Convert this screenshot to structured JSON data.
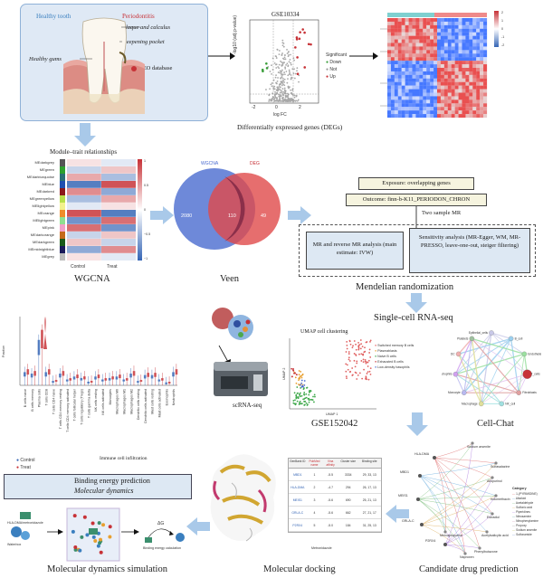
{
  "tooth": {
    "healthy_tooth": "Healthy tooth",
    "periodontitis": "Periodontitis",
    "plaque": "Plaque and calculus",
    "pocket": "Deepening pocket",
    "gums": "Healthy gums",
    "geo": "GEO database"
  },
  "volcano": {
    "title": "GSE10334",
    "ylabel": "-log10 (adj.p-value)",
    "xlabel": "log FC",
    "x_ticks": [
      "-2",
      "0",
      "2"
    ],
    "legend_title": "Significant",
    "legend": [
      "Down",
      "Not",
      "Up"
    ],
    "caption": "Differentially expressed genes (DEGs)"
  },
  "heatmap_legend": [
    "2",
    "1",
    "0",
    "-1",
    "-2"
  ],
  "wgcna": {
    "title": "Module–trait relationships",
    "modules": [
      "MEdarkgrey",
      "MEgreen",
      "MEdarkturquoise",
      "MEblue",
      "MEdarkred",
      "MEgreenyellow",
      "MElightyellow",
      "MEorange",
      "MElightgreen",
      "MEpink",
      "MEdarkorange",
      "MEdarkgreen",
      "MEmidnightblue",
      "MEgrey"
    ],
    "col_labels": [
      "Control",
      "Treat"
    ],
    "scale": [
      "1",
      "0.5",
      "0",
      "−0.5",
      "−1"
    ],
    "caption": "WGCNA"
  },
  "venn": {
    "left_label": "WGCNA",
    "right_label": "DEG",
    "left_only": "2080",
    "both": "110",
    "right_only": "49",
    "caption": "Veen"
  },
  "mr": {
    "exposure": "Exposure: overlapping genes",
    "outcome": "Outcome: finn-b-K11_PERIODON_CHRON",
    "two_sample": "Two sample MR",
    "left_box": "MR and reverse MR analysis (main estimate: IVW)",
    "right_box": "Sensitivity analysis (MR-Egger, WM, MR-PRESSO, leave-one-out, steiger filtering)",
    "caption": "Mendelian randomization"
  },
  "immune": {
    "ylabel": "Fraction",
    "xlabel": "Immune cell infiltration",
    "categories": [
      "B cells naive",
      "B cells memory",
      "Plasma cells",
      "T cells CD8",
      "T cells CD4 naive",
      "T cells CD4 memory resting",
      "T cells CD4 memory activated",
      "T cells follicular helper",
      "T cells regulatory (Tregs)",
      "T cells gamma delta",
      "NK cells resting",
      "NK cells activated",
      "Monocytes",
      "Macrophages M0",
      "Macrophages M1",
      "Macrophages M2",
      "Dendritic cells resting",
      "Dendritic cells activated",
      "Mast cells resting",
      "Mast cells activated",
      "Eosinophils",
      "Neutrophils"
    ],
    "legend": [
      "Control",
      "Treat"
    ]
  },
  "scrna": {
    "label": "scRNA-seq",
    "caption_top": "Single-cell RNA-seq",
    "umap_title": "UMAP cell clustering",
    "umap_x": "UMAP 1",
    "umap_y": "UMAP 2",
    "legend": [
      "Switched memory B cells",
      "Plasmablasts",
      "Naive B cells",
      "Exhausted B cells",
      "Low-density basophils"
    ],
    "caption": "GSE152042"
  },
  "cellchat": {
    "caption": "Cell-Chat",
    "nodes": [
      "Epithelial_cells",
      "B_cell",
      "Endothelial_cells",
      "T_cells",
      "Fibroblasts",
      "NK_cell",
      "Macrophage",
      "Monocyte",
      "Neutrophils",
      "DC",
      "Platelets"
    ]
  },
  "drug": {
    "caption": "Candidate drug prediction",
    "genes": [
      "HLA-DMA",
      "MBD1",
      "MEIS1",
      "GRLA-C",
      "P2RX4"
    ],
    "drugs": [
      "Sodium arsenite",
      "Sulfasalazine",
      "Allopurinol",
      "Indomethacin",
      "Estradiol",
      "Acetylsalicylic acid",
      "Phenylbutazone",
      "Naproxen",
      "Mercaptopurine"
    ],
    "legend_title": "Category",
    "legend_items": [
      "1-(PYRIMIDINE)",
      "Alkaloid",
      "Acetaldehyde",
      "Sulfonic acid",
      "Piperidines",
      "Nitrosamine",
      "Nitrophenylamine",
      "Propoxy",
      "Sodium arsenite",
      "Sulfonamide"
    ]
  },
  "docking": {
    "caption": "Molecular docking",
    "ligand": "Metronidazole",
    "headers": [
      "GenBank ID",
      "PubMed name",
      "Vina affinity",
      "Cluster size",
      "Binding site"
    ],
    "rows": [
      [
        "MBD1",
        "1",
        "-5.5",
        "3334",
        "29, 33, 13"
      ],
      [
        "HLA-DMA",
        "2",
        "-4.7",
        "294",
        "26, 17, 13"
      ],
      [
        "MEIS1",
        "3",
        "-5.6",
        "690",
        "25, 21, 13"
      ],
      [
        "GRLA-C",
        "4",
        "-5.6",
        "662",
        "27, 21, 17"
      ],
      [
        "P2RX4",
        "5",
        "-5.0",
        "184",
        "31, 25, 13"
      ]
    ]
  },
  "md": {
    "box_title": "Binding energy prediction",
    "box_sub": "Molecular dynamics",
    "left_labels": [
      "HLA-DMA/metronidazole",
      "Waterbox"
    ],
    "delta_g": "ΔG",
    "energy_label": "Binding energy calculation",
    "caption": "Molecular dynamics simulation"
  },
  "colors": {
    "blue": "#3565b5",
    "red": "#c73237",
    "green": "#3b9e3b",
    "arrow": "#a9c9e9"
  }
}
